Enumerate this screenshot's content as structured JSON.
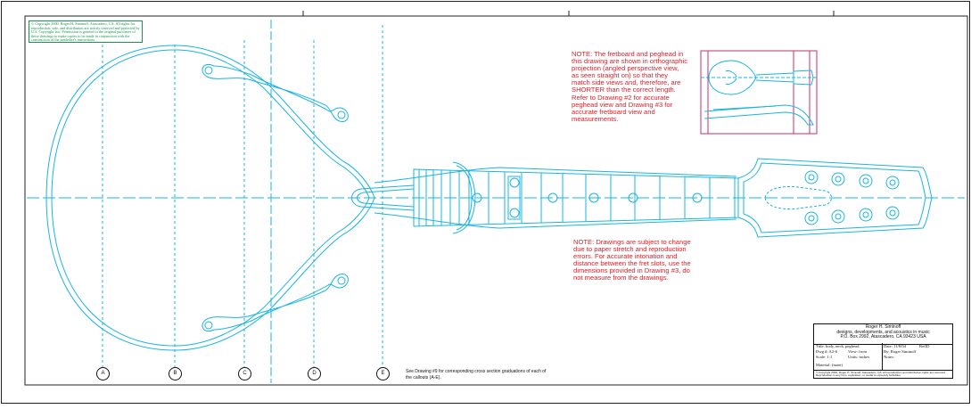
{
  "copyright": "© Copyright 2000, Roger H. Siminoff, Atascadero, CA. All rights for reproduction, sale, and distribution are strictly reserved and protected by U.S. Copyright law. Permission is granted to the original purchaser of these drawings to make copies to be made in conjunction with the construction of the publisher's instructions.",
  "notes": {
    "fretboard": "NOTE: The fretboard and peghead in this drawing are shown in orthographic projection (angled perspective view, as seen straight on) so that they match side views and, therefore, are SHORTER than the correct length. Refer to Drawing #2 for accurate peghead view and Drawing #3 for accurate fretboard view and measurements.",
    "change": "NOTE: Drawings are subject to change due to paper stretch and reproduction errors. For accurate intonation and distance between the fret slots, use the dimensions provided in Drawing #3, do not measure from the drawings.",
    "section": "See Drawing #9 for corresponding cross section graduations of each of the callouts (A-E)."
  },
  "callouts": [
    "A",
    "B",
    "C",
    "D",
    "E"
  ],
  "title_block": {
    "company": "Roger H. Siminoff",
    "tagline": "designs, developments, and acoustics in music",
    "address": "P.O. Box 2992, Atascadero, CA 93423 USA",
    "title": "Title: body, neck, peghead",
    "date": "Date: 11/8/04",
    "rev": "RefID",
    "dwg": "Dwg #: A2-6",
    "view": "View: front",
    "scale": "Scale: 1:1",
    "units": "Units: inches",
    "by": "By: Roger Siminoff",
    "notes_label": "Notes:",
    "material": "Material: (none)",
    "footer": "© Copyright 2000, Roger H. Siminoff, Atascadero, CA. All reproduction and distribution rights are reserved. Reproduction in any form, replication, or media is expressly forbidden."
  },
  "colors": {
    "outline": "#1ab4e0",
    "note_text": "#e0202a",
    "copyright_text": "#129a47",
    "inset_frame": "#c0306a",
    "border": "#222222"
  }
}
